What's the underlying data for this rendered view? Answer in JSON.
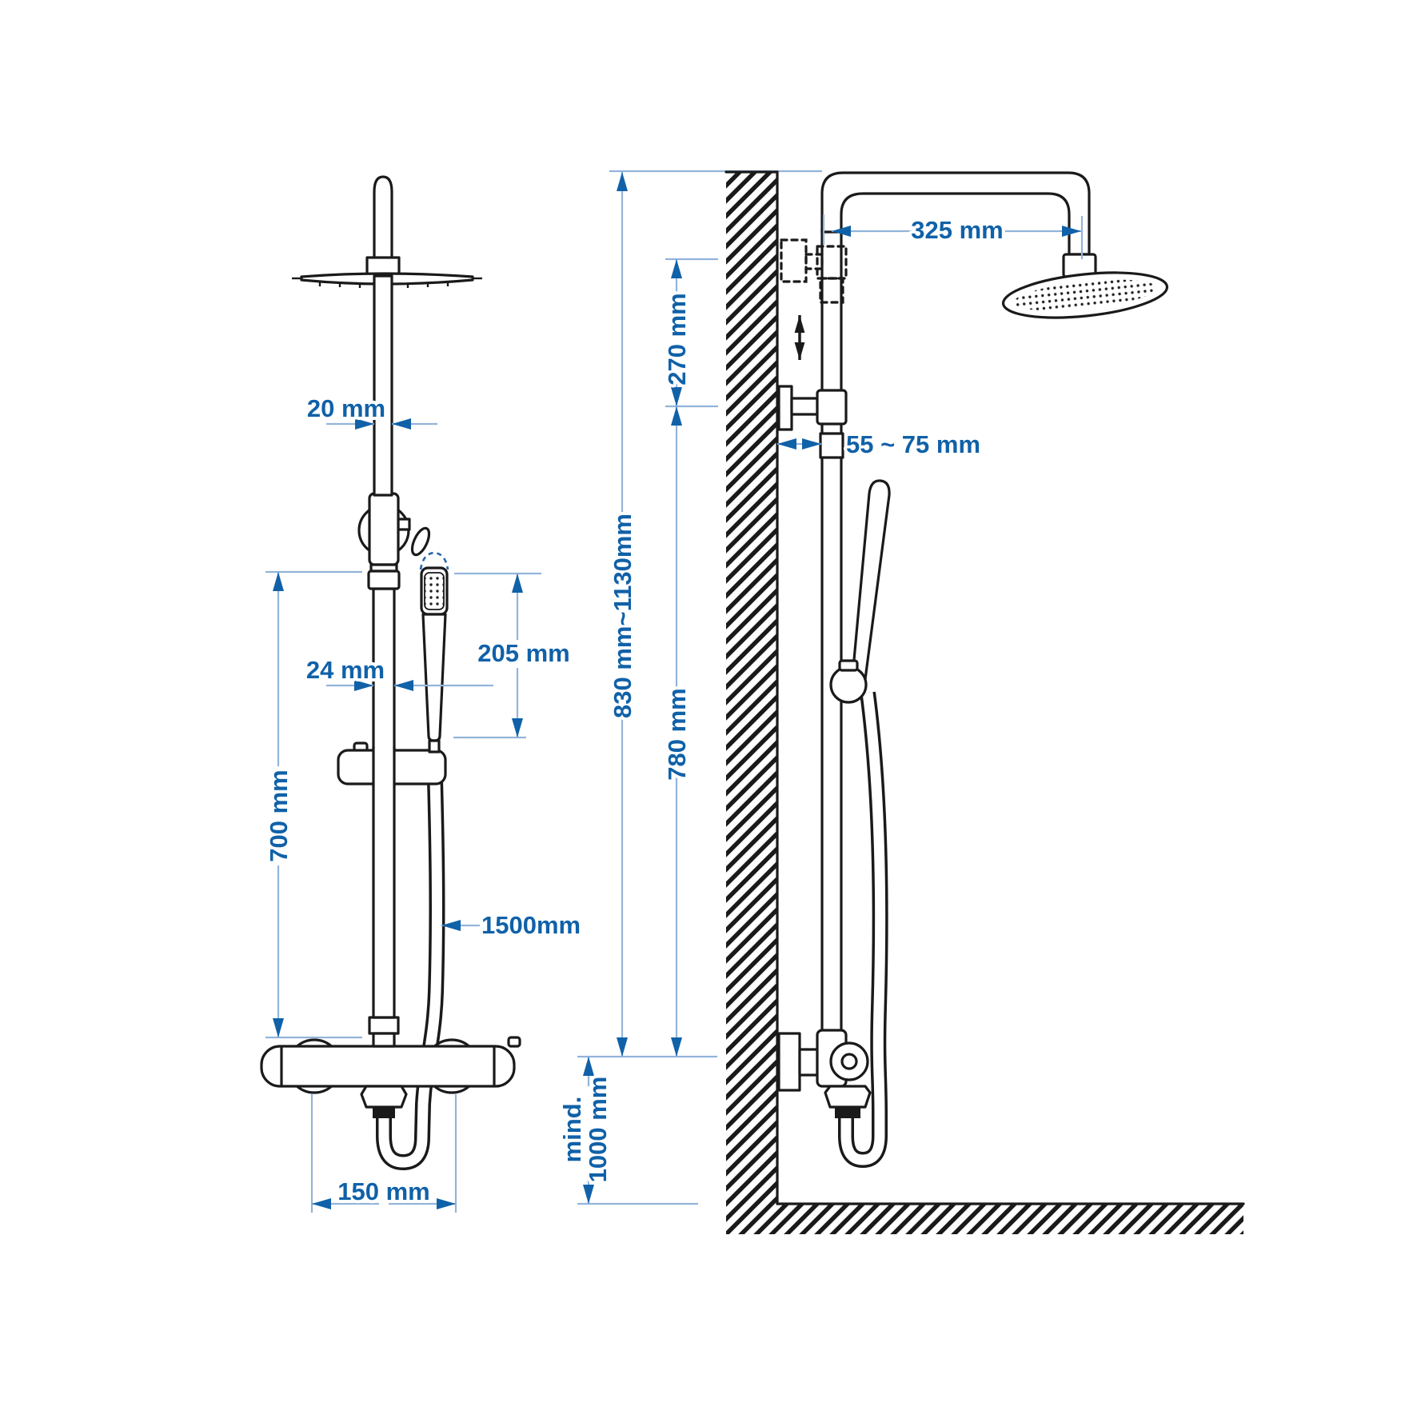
{
  "diagram": {
    "title": "shower-system-installation-dimensions",
    "background": "#ffffff",
    "colors": {
      "line_art": "#1a1a1a",
      "dimension_line": "#92b4da",
      "dimension_accent": "#1061a8"
    },
    "front_view": {
      "dimensions": {
        "pipe_diameter_top": "20 mm",
        "pipe_diameter_rail": "24 mm",
        "hand_shower_length": "205 mm",
        "rail_length": "700 mm",
        "hose_length": "1500mm",
        "inlet_spacing": "150 mm"
      }
    },
    "side_view": {
      "dimensions": {
        "arm_projection": "325 mm",
        "upper_bracket_offset": "270 mm",
        "wall_distance": "55 ~ 75 mm",
        "column_height_range": "830 mm~1130mm",
        "bar_height": "780 mm",
        "min_mounting_height_line1": "mind.",
        "min_mounting_height_line2": "1000 mm"
      }
    }
  }
}
